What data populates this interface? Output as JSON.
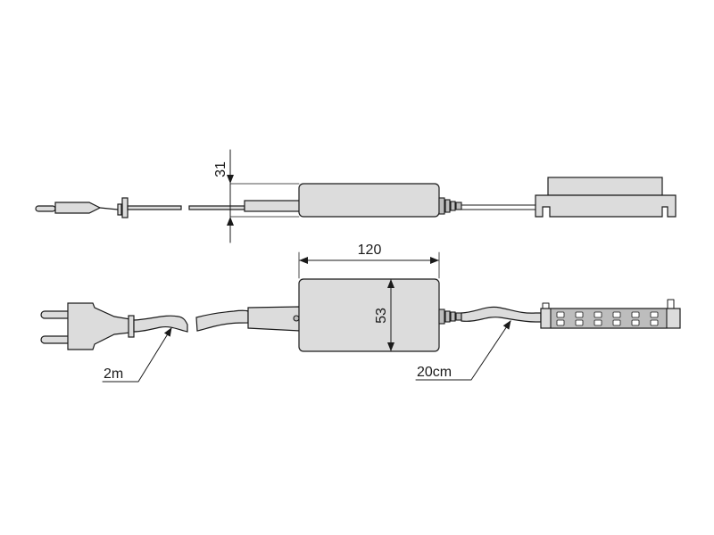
{
  "dimensions": {
    "height_side": "31",
    "length_top": "120",
    "width_top": "53",
    "cable_power": "2m",
    "cable_led": "20cm"
  },
  "colors": {
    "line": "#1a1a1a",
    "body_fill": "#dcdcdc",
    "dark_fill": "#bdbdbd",
    "background": "#ffffff"
  }
}
